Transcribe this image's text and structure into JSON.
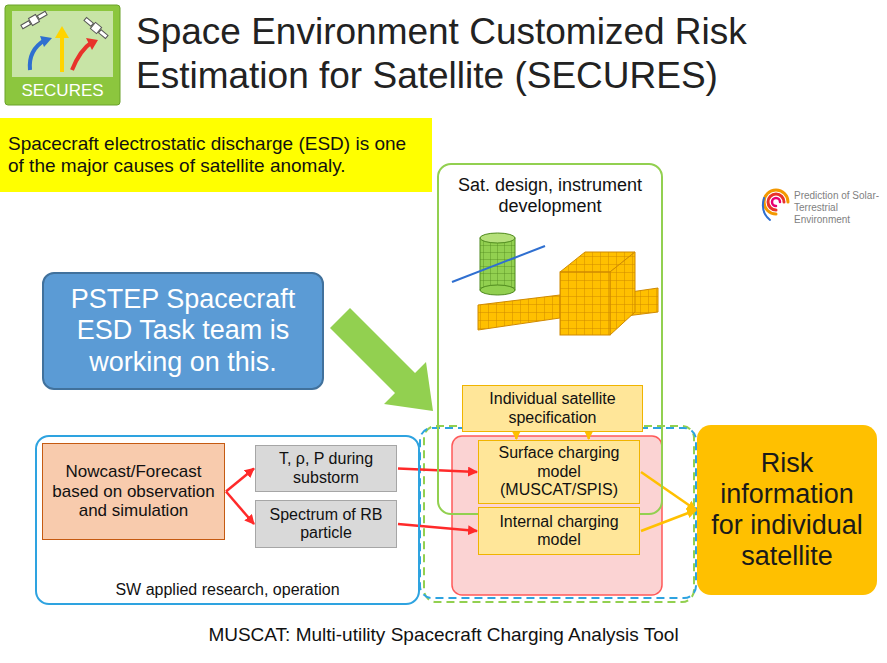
{
  "diagram": {
    "title": "Space Environment Customized Risk Estimation for Satellite (SECURES)",
    "caption": "MUSCAT: Multi-utility Spacecraft Charging Analysis Tool",
    "nodes": [
      {
        "text": [
          "SECURES"
        ]
      },
      {
        "text": [
          "Spacecraft electrostatic discharge (ESD) is one of the major causes of satellite anomaly."
        ]
      },
      {
        "text": [
          "PSTEP Spacecraft ESD Task team is working on this."
        ]
      },
      {
        "text": [
          "Sat. design, instrument development"
        ]
      },
      {
        "text": [
          "Individual satellite specification"
        ],
        "in": 3
      },
      {
        "text": [
          "SW applied research, operation"
        ]
      },
      {
        "text": [
          "Nowcast/Forecast based on observation and simulation"
        ],
        "in": 5
      },
      {
        "text": [
          "T, ρ, P during substorm"
        ],
        "in": 5
      },
      {
        "text": [
          "Spectrum of RB particle"
        ],
        "in": 5
      },
      {
        "text": [
          "Surface charging model (MUSCAT/SPIS)"
        ],
        "in": 3
      },
      {
        "text": [
          "Internal charging model"
        ]
      },
      {
        "text": [
          "Risk information for individual satellite"
        ]
      }
    ],
    "edges": [
      {
        "from": 6,
        "to": 7,
        "arrow": "to"
      },
      {
        "from": 6,
        "to": 8,
        "arrow": "to"
      },
      {
        "from": 7,
        "to": 9,
        "arrow": "to"
      },
      {
        "from": 8,
        "to": 10,
        "arrow": "to"
      },
      {
        "from": 4,
        "to": 9,
        "arrow": "to"
      },
      {
        "from": 4,
        "to": 9,
        "arrow": "to"
      },
      {
        "from": 9,
        "to": 11,
        "arrow": "to"
      },
      {
        "from": 10,
        "to": 11,
        "arrow": "to"
      }
    ],
    "labels": [
      "Prediction of Solar-Terrestrial Environment"
    ]
  }
}
